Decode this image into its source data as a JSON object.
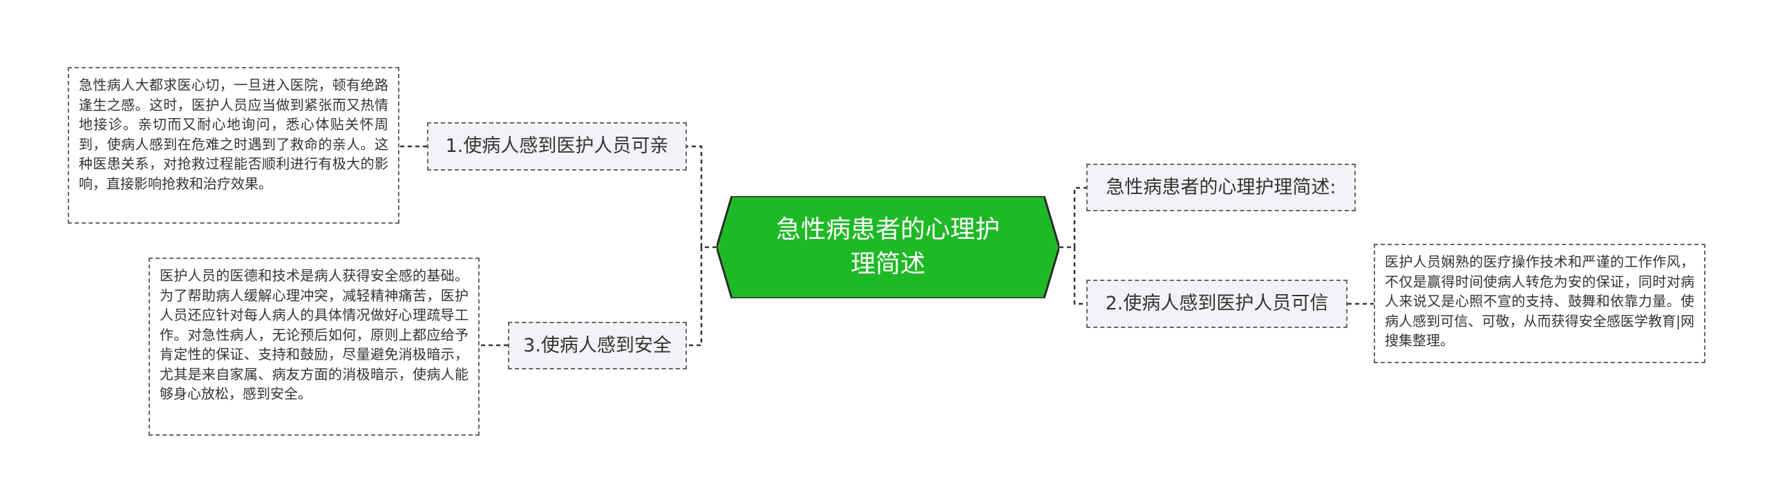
{
  "root": {
    "title": "急性病患者的心理护理简述"
  },
  "left": [
    {
      "topic": "1.使病人感到医护人员可亲",
      "note": "急性病人大都求医心切，一旦进入医院，顿有绝路逢生之感。这时，医护人员应当做到紧张而又热情地接诊。亲切而又耐心地询问，悉心体贴关怀周到，使病人感到在危难之时遇到了救命的亲人。这种医患关系，对抢救过程能否顺利进行有极大的影响，直接影响抢救和治疗效果。"
    },
    {
      "topic": "3.使病人感到安全",
      "note": "医护人员的医德和技术是病人获得安全感的基础。为了帮助病人缓解心理冲突，减轻精神痛苦，医护人员还应针对每人病人的具体情况做好心理疏导工作。对急性病人，无论预后如何，原则上都应给予肯定性的保证、支持和鼓励，尽量避免消极暗示，尤其是来自家属、病友方面的消极暗示，使病人能够身心放松，感到安全。"
    }
  ],
  "right": [
    {
      "topic": "急性病患者的心理护理简述:"
    },
    {
      "topic": "2.使病人感到医护人员可信",
      "note": "医护人员娴熟的医疗操作技术和严谨的工作作风，不仅是赢得时间使病人转危为安的保证，同时对病人来说又是心照不宣的支持、鼓舞和依靠力量。使病人感到可信、可敬，从而获得安全感医学教育|网搜集整理。"
    }
  ],
  "colors": {
    "root_fill": "#1eba26",
    "root_stroke": "#2a2a2a",
    "connector": "#333333",
    "topic_fill": "#f2f3f6",
    "border": "#666666"
  }
}
